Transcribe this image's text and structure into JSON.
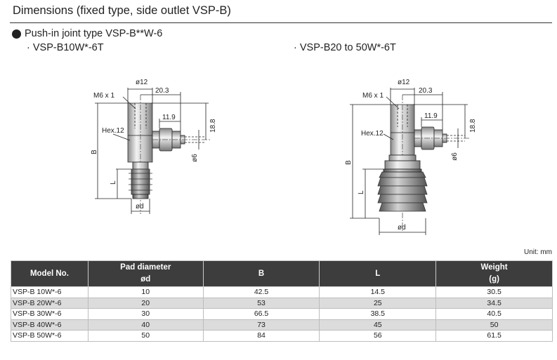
{
  "header": {
    "title": "Dimensions (fixed type, side outlet   VSP-B)",
    "subtitle": "Push-in joint type   VSP-B**W-6",
    "variant_left": "· VSP-B10W*-6T",
    "variant_right": "· VSP-B20 to 50W*-6T"
  },
  "drawing_labels": {
    "diameter_12": "ø12",
    "dim_20_3": "20.3",
    "thread": "M6 x 1",
    "dim_11_9": "11.9",
    "dim_18_8": "18.8",
    "hex": "Hex.12",
    "diameter_6": "ø6",
    "dim_b": "B",
    "dim_l": "L",
    "pad_diameter": "ød"
  },
  "table": {
    "unit": "Unit: mm",
    "headers": [
      "Model No.",
      "Pad diameter\nød",
      "B",
      "L",
      "Weight\n(g)"
    ],
    "rows": [
      [
        "VSP-B 10W*-6",
        "10",
        "42.5",
        "14.5",
        "30.5"
      ],
      [
        "VSP-B 20W*-6",
        "20",
        "53",
        "25",
        "34.5"
      ],
      [
        "VSP-B 30W*-6",
        "30",
        "66.5",
        "38.5",
        "40.5"
      ],
      [
        "VSP-B 40W*-6",
        "40",
        "73",
        "45",
        "50"
      ],
      [
        "VSP-B 50W*-6",
        "50",
        "84",
        "56",
        "61.5"
      ]
    ]
  }
}
